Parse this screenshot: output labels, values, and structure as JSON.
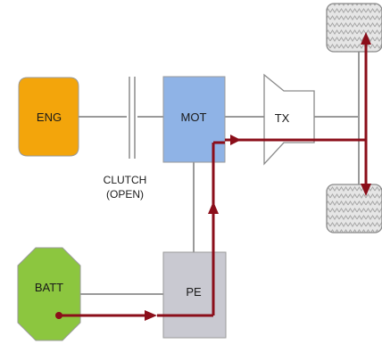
{
  "blocks": {
    "engine": {
      "label": "ENG",
      "color": "#f3a50b"
    },
    "motor": {
      "label": "MOT",
      "color": "#8fb3e6"
    },
    "transmission": {
      "label": "TX"
    },
    "battery": {
      "label": "BATT",
      "color": "#8cc63f"
    },
    "power_electronics": {
      "label": "PE",
      "color": "#c9c9d1"
    }
  },
  "clutch": {
    "line1": "CLUTCH",
    "line2": "(OPEN)"
  },
  "colors": {
    "power_flow": "#8b0e1a",
    "shaft": "#9a9a9a",
    "tire": "#d8d8d8"
  }
}
